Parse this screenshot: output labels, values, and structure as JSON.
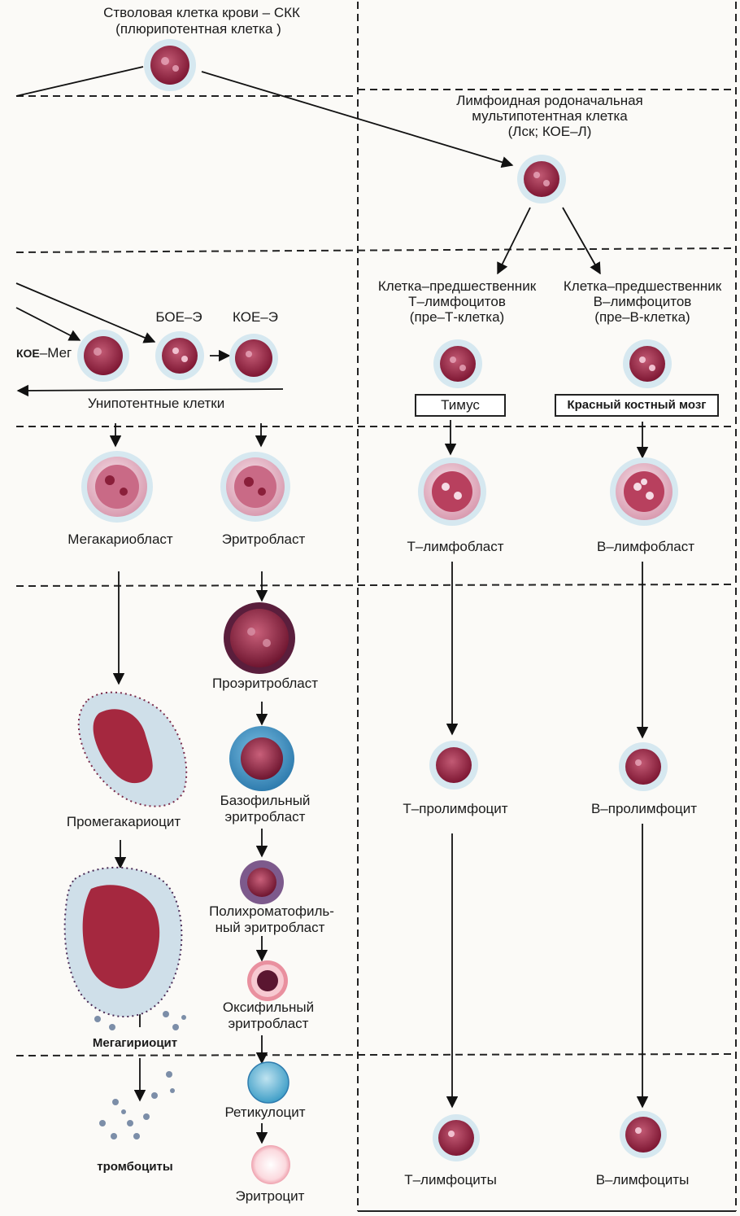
{
  "labels": {
    "stem_line1": "Стволовая клетка крови – СКК",
    "stem_line2": "(плюрипотентная  клетка )",
    "lymph_line1": "Лимфоидная родоначальная",
    "lymph_line2": "мультипотентная клетка",
    "lymph_line3": "(Лск; КОЕ–Л)",
    "pret_line1": "Клетка–предшественник",
    "pret_line2": "Т–лимфоцитов",
    "pret_line3": "(пре–Т-клетка)",
    "preb_line1": "Клетка–предшественник",
    "preb_line2": "В–лимфоцитов",
    "preb_line3": "(пре–В-клетка)",
    "boe": "БОЕ–Э",
    "koe_e": "КОЕ–Э",
    "koe_meg_prefix": "КОЕ",
    "koe_meg_suffix": "–Мег",
    "unipotent": "Унипотентные клетки",
    "thymus": "Тимус",
    "marrow": "Красный костный мозг",
    "megakaryoblast": "Мегакариобласт",
    "erythroblast": "Эритробласт",
    "t_lymphoblast": "Т–лимфобласт",
    "b_lymphoblast": "В–лимфобласт",
    "proerythroblast": "Проэритробласт",
    "promegakaryocyte": "Промегакариоцит",
    "basophilic_1": "Базофильный",
    "basophilic_2": "эритробласт",
    "t_prolymphocyte": "Т–пролимфоцит",
    "b_prolymphocyte": "В–пролимфоцит",
    "polychrom_1": "Полихроматофиль-",
    "polychrom_2": "ный  эритробласт",
    "oxyphilic_1": "Оксифильный",
    "oxyphilic_2": "эритробласт",
    "megakaryocyte": "Мегагириоцит",
    "reticulocyte": "Ретикулоцит",
    "thrombocytes": "тромбоциты",
    "erythrocyte": "Эритроцит",
    "t_lymphocytes": "Т–лимфоциты",
    "b_lymphocytes": "В–лимфоциты"
  },
  "colors": {
    "cell_dark": "#8a1f3a",
    "cell_mid": "#b8405e",
    "cell_pink": "#f0d3dc",
    "halo": "#cfe3ee",
    "basophil": "#3f8fc0",
    "reticulocyte": "#4aa6cc",
    "erythrocyte": "#f3b9c2",
    "grid": "#222222"
  }
}
